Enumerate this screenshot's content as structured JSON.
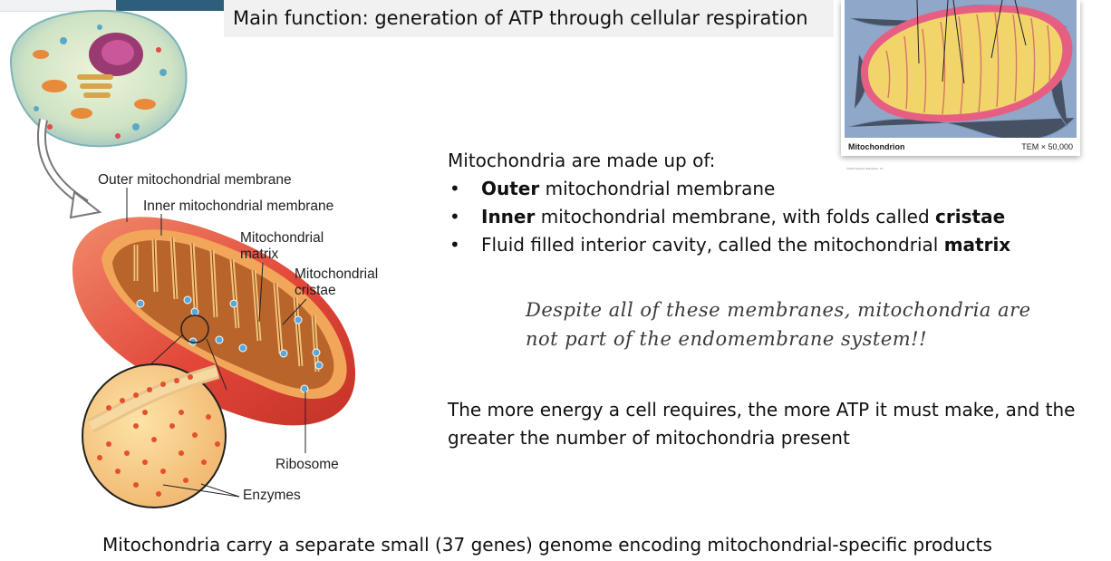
{
  "slide": {
    "title": "Main function: generation of ATP through cellular respiration",
    "intro": "Mitochondria are made up of:",
    "bullets": [
      {
        "bold": "Outer",
        "rest": " mitochondrial membrane",
        "bold2": "",
        "rest2": ""
      },
      {
        "bold": "Inner",
        "rest": " mitochondrial membrane, with folds called ",
        "bold2": "cristae",
        "rest2": ""
      },
      {
        "bold": "",
        "rest": "Fluid filled interior cavity, called the mitochondrial ",
        "bold2": "matrix",
        "rest2": ""
      }
    ],
    "bullet_symbol": "•",
    "handwritten_note": [
      "Despite all of these membranes,  mitochondria are",
      "not part of the endomembrane system!!"
    ],
    "energy_text": [
      "The more energy a cell requires, the more ATP it must make, and the",
      "greater the number of mitochondria present"
    ],
    "genome_text": "Mitochondria carry a separate small (37 genes) genome encoding mitochondrial-specific products"
  },
  "diagram": {
    "labels": {
      "outer_membrane": "Outer mitochondrial membrane",
      "inner_membrane": "Inner mitochondrial membrane",
      "matrix": [
        "Mitochondrial",
        "matrix"
      ],
      "cristae": [
        "Mitochondrial",
        "cristae"
      ],
      "ribosome": "Ribosome",
      "enzymes": "Enzymes"
    }
  },
  "micrograph": {
    "caption_left": "Mitochondrion",
    "caption_right": "TEM × 50,000",
    "credit": "©2014 Pearson Education, Inc."
  },
  "colors": {
    "outer_membrane": "#e2473a",
    "inner_cut": "#f2a65a",
    "matrix": "#b8642a",
    "micrograph_bg": "#8fa7c9",
    "micrograph_mito": "#f2d56a"
  }
}
